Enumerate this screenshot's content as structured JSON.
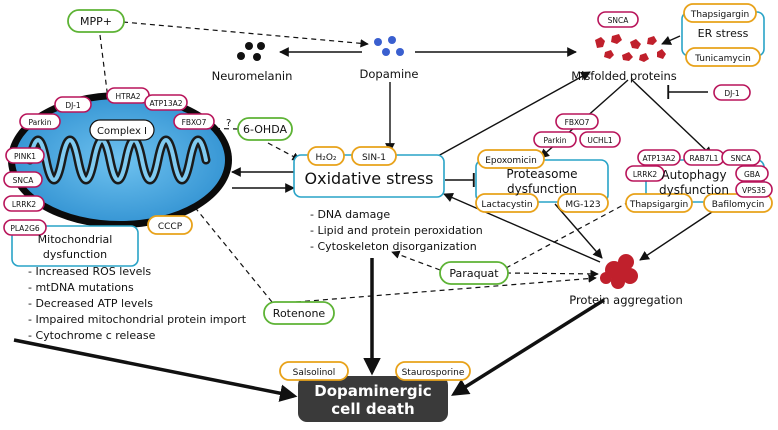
{
  "chemicals": {
    "mpp": "MPP+",
    "ohda": "6-OHDA",
    "paraquat": "Paraquat",
    "rotenone": "Rotenone",
    "er_stress_title": "ER stress",
    "thapsigargin_er": "Thapsigargin",
    "tunicamycin": "Tunicamycin",
    "h2o2": "H₂O₂",
    "sin1": "SIN-1",
    "epoxomicin": "Epoxomicin",
    "lactacystin": "Lactacystin",
    "mg123": "MG-123",
    "thapsigargin_aut": "Thapsigargin",
    "bafilomycin": "Bafilomycin",
    "cccp": "CCCP",
    "salsolinol": "Salsolinol",
    "staurosporine": "Staurosporine"
  },
  "genes": {
    "snca_top": "SNCA",
    "dj1_right": "DJ-1",
    "dj1_mito": "DJ-1",
    "htra2": "HTRA2",
    "atp13a2_mito": "ATP13A2",
    "parkin_mito": "Parkin",
    "fbxo7_mito": "FBXO7",
    "pink1": "PINK1",
    "snca_mito": "SNCA",
    "lrrk2_mito": "LRRK2",
    "pla2g6": "PLA2G6",
    "fbxo7_prot": "FBXO7",
    "parkin_prot": "Parkin",
    "uchl1": "UCHL1",
    "atp13a2_aut": "ATP13A2",
    "rab7l1": "RAB7L1",
    "snca_aut": "SNCA",
    "lrrk2_aut": "LRRK2",
    "gba": "GBA",
    "vps35": "VPS35"
  },
  "labels": {
    "neuromelanin": "Neuromelanin",
    "dopamine": "Dopamine",
    "misfolded": "Misfolded proteins",
    "complex1": "Complex I",
    "question": "?",
    "oxidative": "Oxidative stress",
    "proteasome_1": "Proteasome",
    "proteasome_2": "dysfunction",
    "autophagy_1": "Autophagy",
    "autophagy_2": "dysfunction",
    "mito_dys_1": "Mitochondrial",
    "mito_dys_2": "dysfunction",
    "aggregation": "Protein aggregation",
    "death_1": "Dopaminergic",
    "death_2": "cell death"
  },
  "oxidative_effects": [
    "- DNA damage",
    "- Lipid and protein peroxidation",
    "- Cytoskeleton disorganization"
  ],
  "mito_effects": [
    "- Increased ROS levels",
    "- mtDNA mutations",
    "- Decreased ATP levels",
    "- Impaired mitochondrial protein import",
    "- Cytochrome c release"
  ],
  "colors": {
    "gene_outline": "#b8145a",
    "toxin_outline": "#5db335",
    "drug_outline": "#e8a21a",
    "box_outline": "#29a3c7",
    "mito_fill": "#2e8fd0",
    "misfolded_fill": "#c0202c",
    "dopamine_fill": "#3a5fcf",
    "neuromelanin_fill": "#111111",
    "death_fill": "#3a3a3a"
  }
}
